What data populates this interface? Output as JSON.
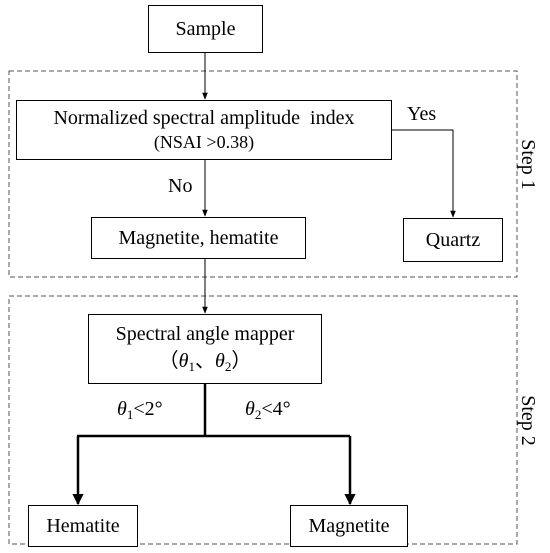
{
  "nodes": {
    "sample": "Sample",
    "nsai_title": "Normalized spectral amplitude  index",
    "nsai_condition": "(NSAI >0.38)",
    "magnetite_hematite": "Magnetite, hematite",
    "quartz": "Quartz",
    "sam_title": "Spectral angle mapper",
    "sam_open": "（",
    "sam_theta": "θ",
    "sam_sub1": "1",
    "sam_sep": "、",
    "sam_sub2": "2",
    "sam_close": "）",
    "hematite": "Hematite",
    "magnetite": "Magnetite"
  },
  "edges": {
    "yes": "Yes",
    "no": "No",
    "theta1_symbol": "θ",
    "theta1_sub": "1",
    "theta1_cond": "<2°",
    "theta2_symbol": "θ",
    "theta2_sub": "2",
    "theta2_cond": "<4°"
  },
  "groups": {
    "step1": "Step 1",
    "step2": "Step 2"
  }
}
